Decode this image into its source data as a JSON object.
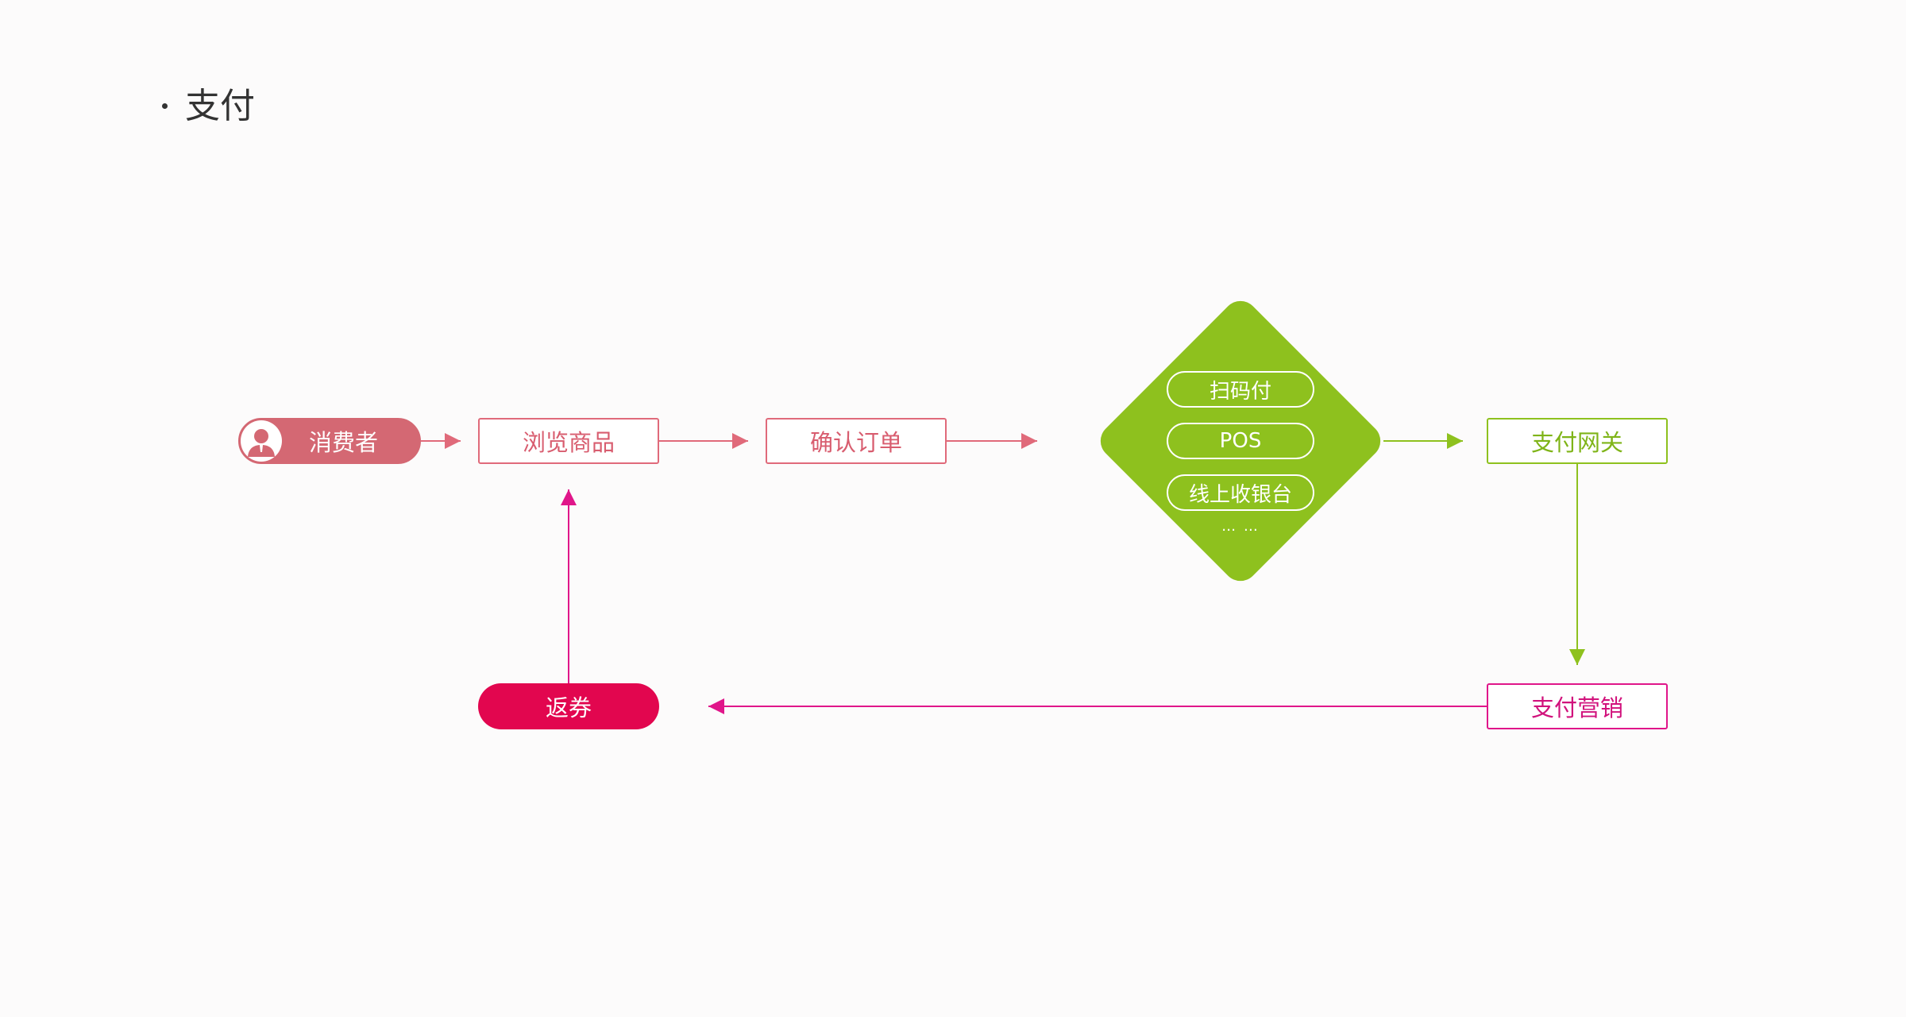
{
  "title": "支付",
  "nodes": {
    "consumer": "消费者",
    "browse": "浏览商品",
    "confirm_order": "确认订单",
    "gateway": "支付网关",
    "marketing": "支付营销",
    "coupon": "返券"
  },
  "payment_methods": {
    "options": [
      "扫码付",
      "POS",
      "线上收银台"
    ],
    "more": "… …"
  },
  "colors": {
    "pink": "#e06a7a",
    "consumer_fill": "#d46873",
    "green": "#8ec11e",
    "magenta": "#e0168a",
    "coupon_red": "#e2064f"
  },
  "icons": {
    "consumer_avatar": "user-icon"
  }
}
